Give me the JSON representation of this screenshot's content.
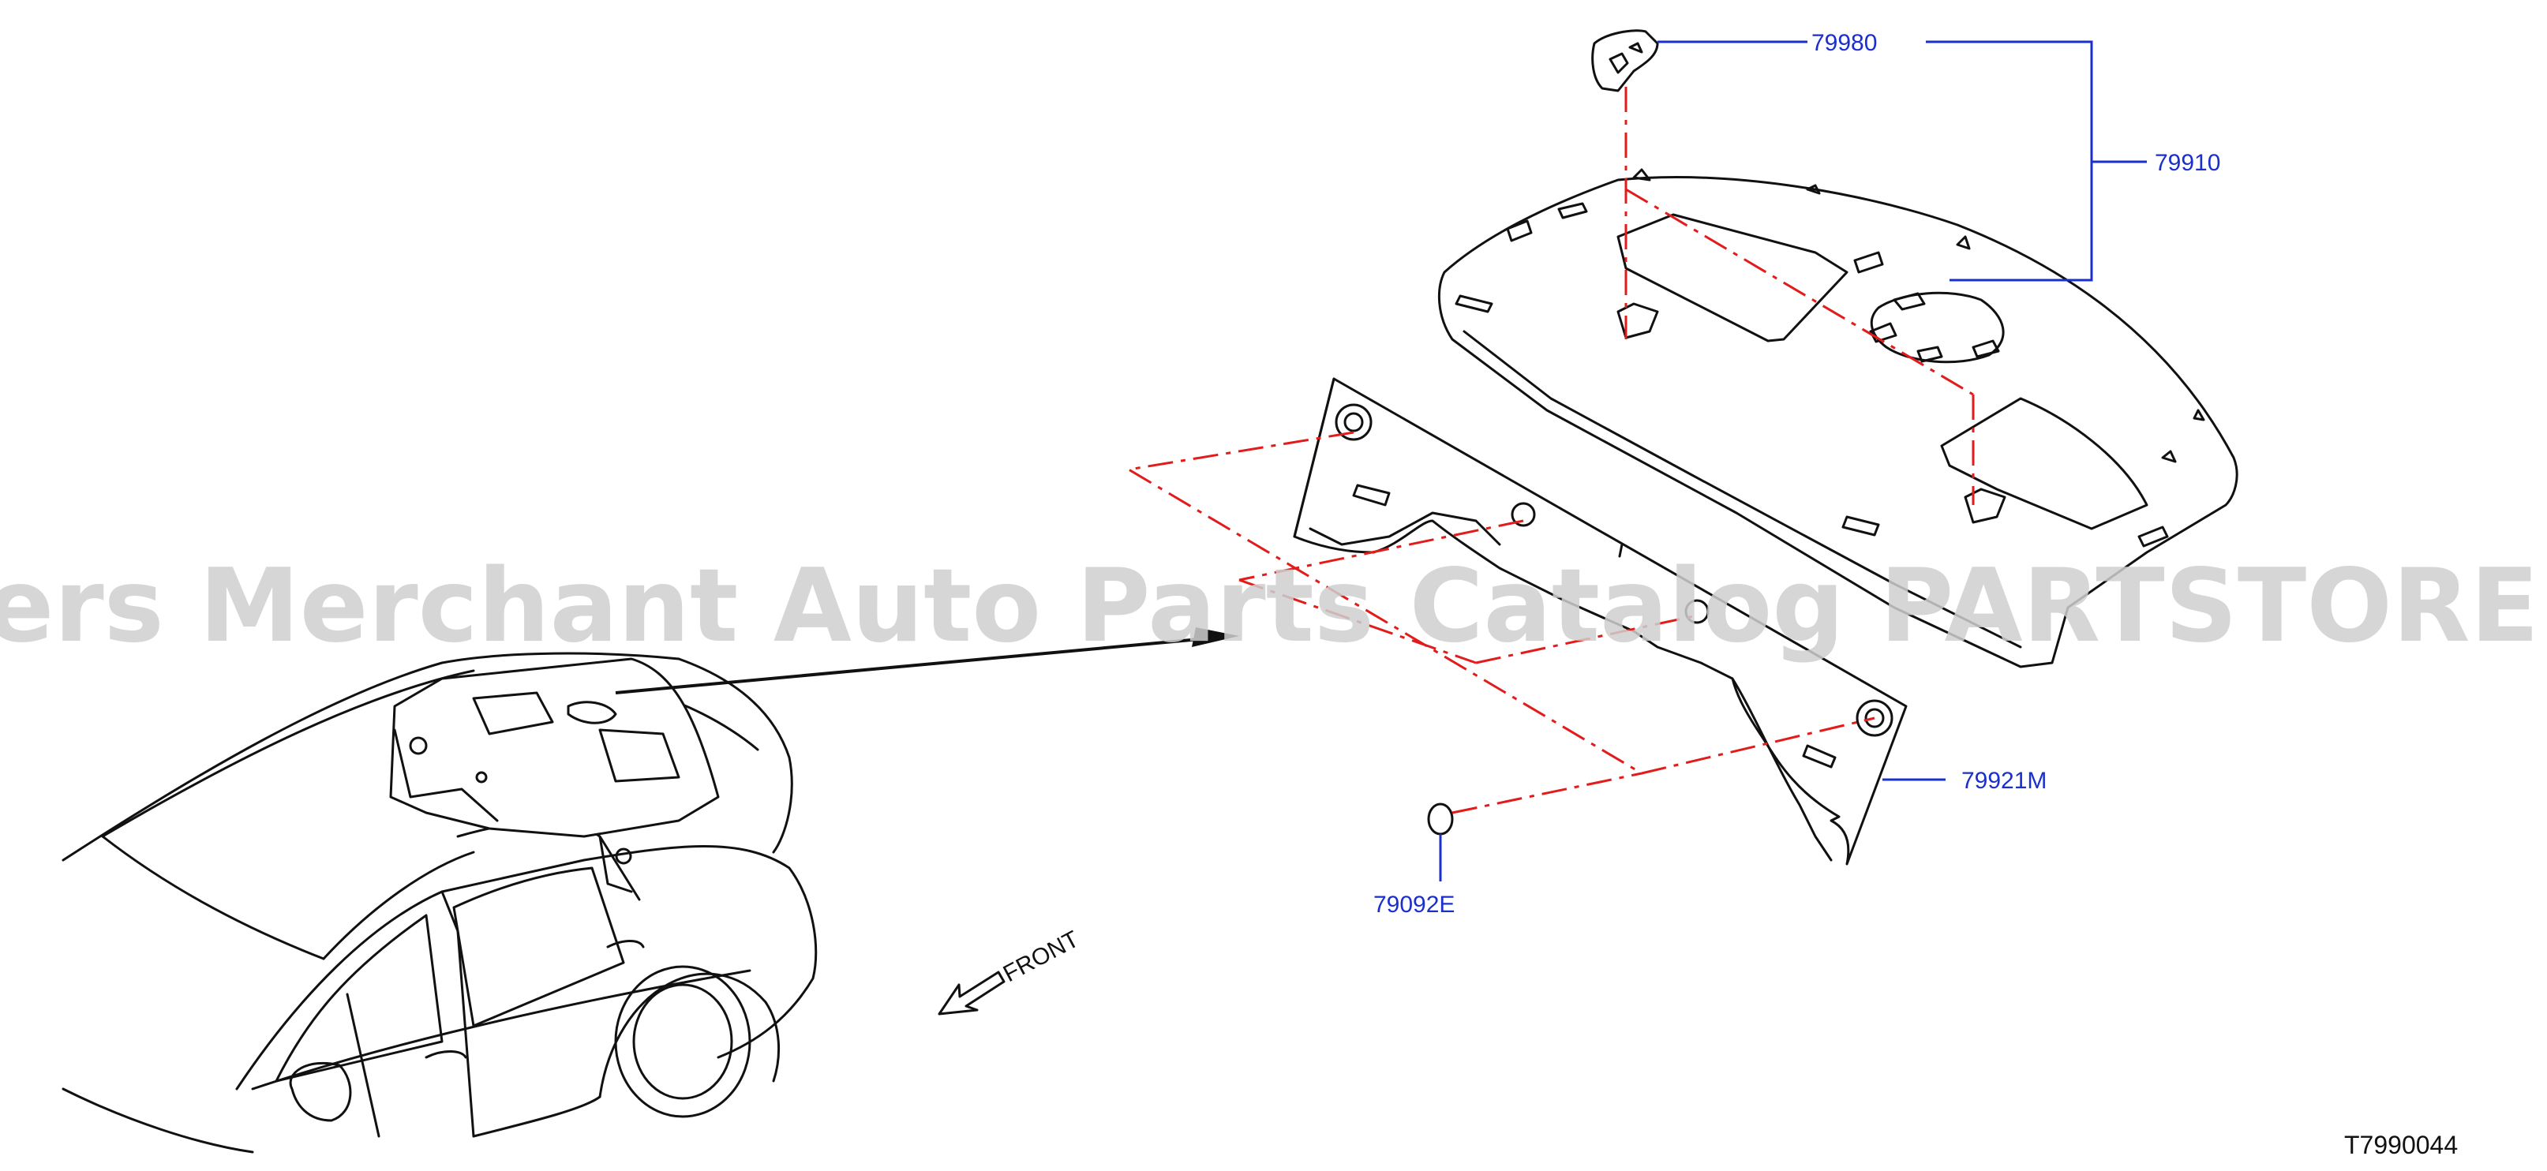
{
  "callouts": {
    "part_79980": "79980",
    "part_79910": "79910",
    "part_79921m": "79921M",
    "part_79092e": "79092E"
  },
  "front_label": "FRONT",
  "watermark": "Offers Merchant Auto Parts Catalog PARTSTORE.SA",
  "drawing_number": "T7990044",
  "colors": {
    "callout": "#1a2fcc",
    "dashed_line": "#e21b1b",
    "drawing": "#111111",
    "watermark": "#cfcfcf"
  }
}
